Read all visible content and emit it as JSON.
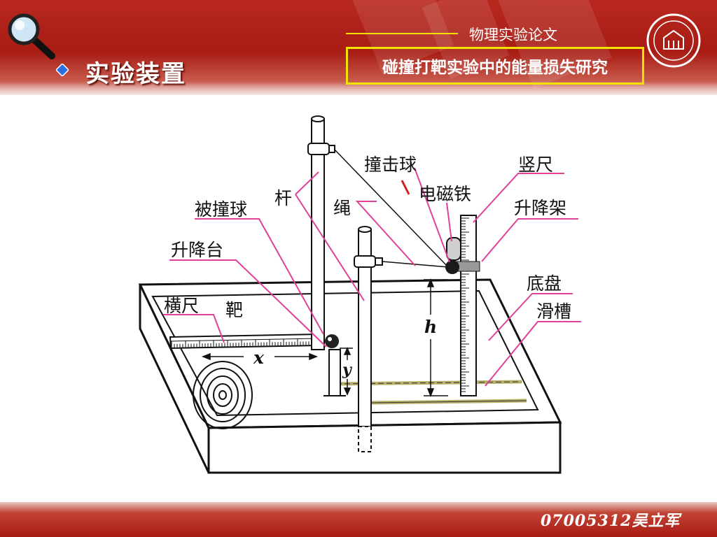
{
  "header": {
    "section_title": "实验装置",
    "subject": "物理实验论文",
    "topic": "碰撞打靶实验中的能量损失研究"
  },
  "footer": {
    "author": "07005312吴立军"
  },
  "diagram": {
    "labels": {
      "rod": "杆",
      "impact_ball": "撞击球",
      "vertical_ruler": "竖尺",
      "rope": "绳",
      "electromagnet": "电磁铁",
      "lifting_frame": "升降架",
      "struck_ball": "被撞球",
      "lifting_platform": "升降台",
      "base_plate": "底盘",
      "horizontal_ruler": "横尺",
      "target": "靶",
      "slide_groove": "滑槽",
      "var_x": "x",
      "var_y": "y",
      "var_h": "h"
    }
  },
  "colors": {
    "header_red": "#a81c14",
    "leader_magenta": "#e0409a",
    "highlight_yellow": "#f3e200"
  },
  "icons": [
    "magnifier-icon",
    "diamond-bullet-icon",
    "university-seal-icon"
  ]
}
